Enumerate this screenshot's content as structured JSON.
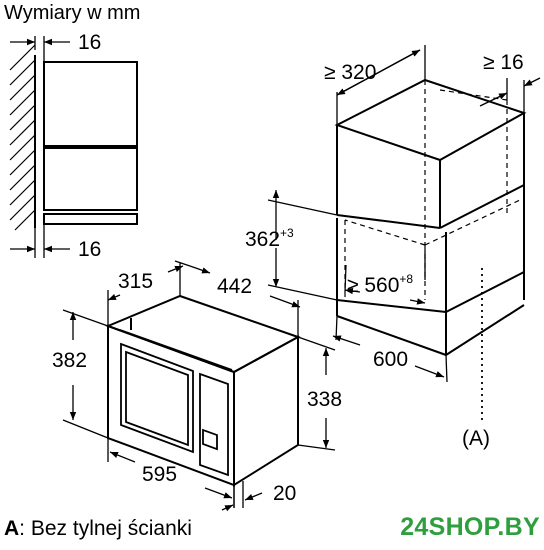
{
  "title": "Wymiary w mm",
  "dimensions": {
    "top_gap": "16",
    "bottom_gap": "16",
    "niche_depth": "≥ 320",
    "rear_gap": "≥ 16",
    "niche_height": "362",
    "niche_height_tol": "+3",
    "niche_width": "≥ 560",
    "niche_width_tol": "+8",
    "niche_total_depth": "600",
    "depth": "315",
    "body_width": "442",
    "front_height": "382",
    "body_height": "338",
    "front_width": "595",
    "front_thickness": "20"
  },
  "callout": "(A)",
  "footer": {
    "key": "A",
    "text": ": Bez tylnej ścianki"
  },
  "brand": "24SHOP.BY",
  "colors": {
    "line": "#000000",
    "brand": "#2e9e3e"
  }
}
